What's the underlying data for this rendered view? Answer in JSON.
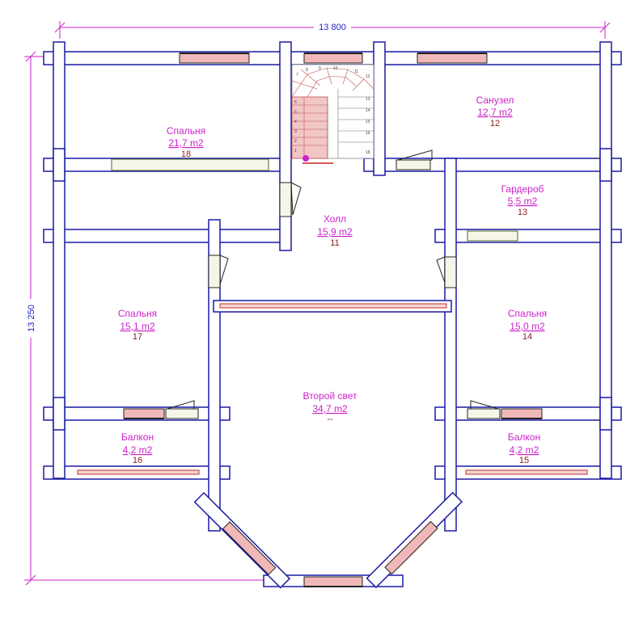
{
  "dimensions": {
    "width_label": "13 800",
    "height_label": "13 250"
  },
  "rooms": [
    {
      "key": "bedroom_18",
      "name": "Спальня",
      "area": "21,7 m2",
      "number": "18"
    },
    {
      "key": "bath_12",
      "name": "Санузел",
      "area": "12,7 m2",
      "number": "12"
    },
    {
      "key": "wardrobe_13",
      "name": "Гардероб",
      "area": "5,5 m2",
      "number": "13"
    },
    {
      "key": "hall_11",
      "name": "Холл",
      "area": "15,9 m2",
      "number": "11"
    },
    {
      "key": "bedroom_17",
      "name": "Спальня",
      "area": "15,1 m2",
      "number": "17"
    },
    {
      "key": "bedroom_14",
      "name": "Спальня",
      "area": "15,0 m2",
      "number": "14"
    },
    {
      "key": "second_light",
      "name": "Второй свет",
      "area": "34,7 m2",
      "number": "--"
    },
    {
      "key": "balcony_16",
      "name": "Балкон",
      "area": "4,2 m2",
      "number": "16"
    },
    {
      "key": "balcony_15",
      "name": "Балкон",
      "area": "4,2 m2",
      "number": "15"
    }
  ],
  "stair_steps": [
    "1",
    "2",
    "3",
    "4",
    "5",
    "6",
    "7",
    "8",
    "9",
    "10",
    "11",
    "12",
    "13",
    "14",
    "15",
    "16",
    "18"
  ],
  "colors": {
    "wall_stroke": "#1a1aa6",
    "text_magenta": "#cc22cc",
    "number_brown": "#8a2020",
    "window_fill": "#f0b8b8",
    "dimension": "#cc22cc"
  }
}
